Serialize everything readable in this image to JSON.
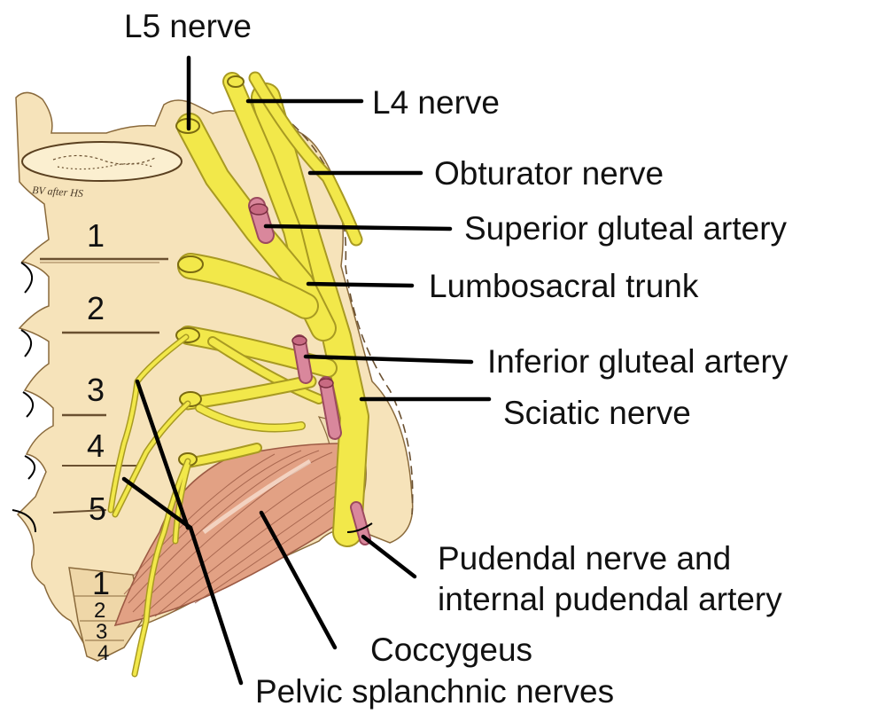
{
  "diagram": {
    "colors": {
      "bone": "#f6e3ba",
      "bone_outline": "#8a6a3c",
      "nerve": "#f2e84a",
      "nerve_outline": "#a89a22",
      "artery": "#d9879c",
      "muscle": "#e2a184",
      "muscle_fiber": "#9c5a44",
      "text": "#111111"
    },
    "labels": {
      "l5_nerve": "L5 nerve",
      "l4_nerve": "L4 nerve",
      "obturator_nerve": "Obturator nerve",
      "superior_gluteal_artery": "Superior gluteal artery",
      "lumbosacral_trunk": "Lumbosacral trunk",
      "inferior_gluteal_artery": "Inferior gluteal artery",
      "sciatic_nerve": "Sciatic nerve",
      "pudendal_line1": "Pudendal nerve and",
      "pudendal_line2": "internal pudendal artery",
      "coccygeus": "Coccygeus",
      "pelvic_splanchnic_nerves": "Pelvic splanchnic nerves"
    },
    "sacral_numbers": [
      "1",
      "2",
      "3",
      "4",
      "5"
    ],
    "coccyx_numbers": [
      "1",
      "2",
      "3",
      "4"
    ],
    "signature": "BV after HS"
  }
}
